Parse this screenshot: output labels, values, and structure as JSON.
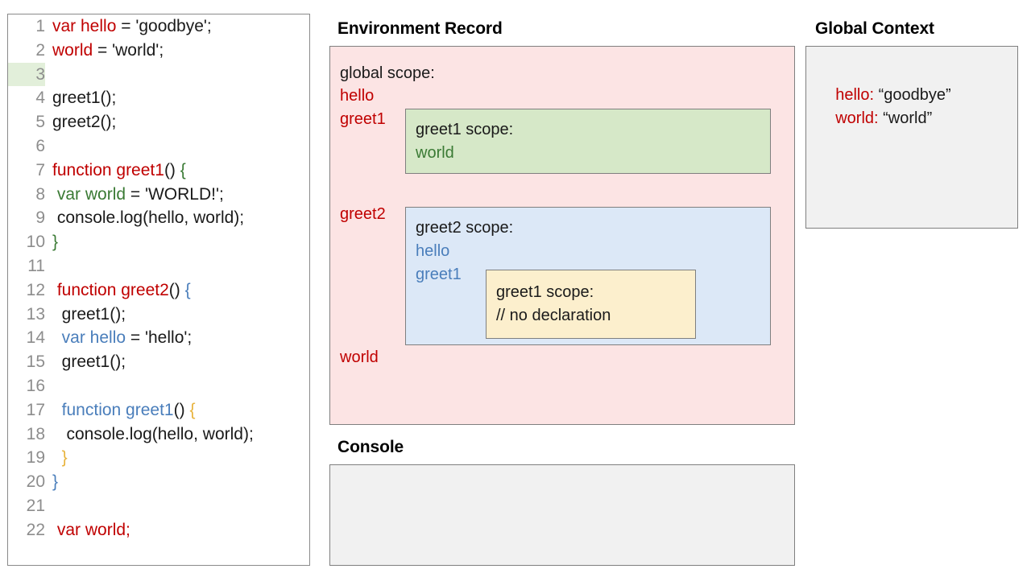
{
  "code_panel": {
    "name": "javascript-source",
    "lines": [
      {
        "n": "1",
        "tokens": [
          {
            "t": "var hello",
            "c": "red"
          },
          {
            "t": " = 'goodbye';",
            "c": "black"
          }
        ]
      },
      {
        "n": "2",
        "tokens": [
          {
            "t": "world",
            "c": "red"
          },
          {
            "t": " = 'world';",
            "c": "black"
          }
        ]
      },
      {
        "n": "3",
        "highlight": true,
        "tokens": []
      },
      {
        "n": "4",
        "tokens": [
          {
            "t": "greet1();",
            "c": "black"
          }
        ]
      },
      {
        "n": "5",
        "tokens": [
          {
            "t": "greet2();",
            "c": "black"
          }
        ]
      },
      {
        "n": "6",
        "tokens": []
      },
      {
        "n": "7",
        "tokens": [
          {
            "t": "function greet1",
            "c": "red"
          },
          {
            "t": "() ",
            "c": "black"
          },
          {
            "t": "{",
            "c": "green"
          }
        ]
      },
      {
        "n": "8",
        "tokens": [
          {
            "t": " ",
            "c": "black"
          },
          {
            "t": "var world",
            "c": "green"
          },
          {
            "t": " = 'WORLD!';",
            "c": "black"
          }
        ]
      },
      {
        "n": "9",
        "tokens": [
          {
            "t": " console.log(hello, world);",
            "c": "black"
          }
        ]
      },
      {
        "n": "10",
        "tokens": [
          {
            "t": "}",
            "c": "green"
          }
        ]
      },
      {
        "n": "11",
        "tokens": []
      },
      {
        "n": "12",
        "tokens": [
          {
            "t": " ",
            "c": "black"
          },
          {
            "t": "function greet2",
            "c": "red"
          },
          {
            "t": "() ",
            "c": "black"
          },
          {
            "t": "{",
            "c": "blue"
          }
        ]
      },
      {
        "n": "13",
        "tokens": [
          {
            "t": "  greet1();",
            "c": "black"
          }
        ]
      },
      {
        "n": "14",
        "tokens": [
          {
            "t": "  ",
            "c": "black"
          },
          {
            "t": "var hello",
            "c": "blue"
          },
          {
            "t": " = 'hello';",
            "c": "black"
          }
        ]
      },
      {
        "n": "15",
        "tokens": [
          {
            "t": "  greet1();",
            "c": "black"
          }
        ]
      },
      {
        "n": "16",
        "tokens": []
      },
      {
        "n": "17",
        "tokens": [
          {
            "t": "  ",
            "c": "black"
          },
          {
            "t": "function greet1",
            "c": "blue"
          },
          {
            "t": "() ",
            "c": "black"
          },
          {
            "t": "{",
            "c": "amber"
          }
        ]
      },
      {
        "n": "18",
        "tokens": [
          {
            "t": "   console.log(hello, world);",
            "c": "black"
          }
        ]
      },
      {
        "n": "19",
        "tokens": [
          {
            "t": "  ",
            "c": "black"
          },
          {
            "t": "}",
            "c": "amber"
          }
        ]
      },
      {
        "n": "20",
        "tokens": [
          {
            "t": "}",
            "c": "blue"
          }
        ]
      },
      {
        "n": "21",
        "tokens": []
      },
      {
        "n": "22",
        "tokens": [
          {
            "t": " ",
            "c": "black"
          },
          {
            "t": "var world",
            "c": "red"
          },
          {
            "t": ";",
            "c": "red"
          }
        ]
      }
    ]
  },
  "environment_record": {
    "title": "Environment Record",
    "global_scope": {
      "heading": "global scope:",
      "bindings": [
        "hello",
        "greet1",
        "greet2",
        "world"
      ]
    },
    "greet1_scope": {
      "heading": "greet1 scope:",
      "bindings": [
        "world"
      ]
    },
    "greet2_scope": {
      "heading": "greet2 scope:",
      "bindings": [
        "hello",
        "greet1"
      ]
    },
    "greet1_nested_scope": {
      "heading": "greet1 scope:",
      "note": "// no declaration"
    }
  },
  "console": {
    "title": "Console",
    "output": ""
  },
  "global_context": {
    "title": "Global Context",
    "entries": [
      {
        "key": "hello:",
        "value": " “goodbye”"
      },
      {
        "key": "world:",
        "value": " “world”"
      }
    ]
  },
  "colors": {
    "red": "#c00000",
    "green": "#3a7a34",
    "blue": "#4a7ebb",
    "amber": "#e8b33c",
    "black": "#1a1a1a",
    "gutter": "#8d8d8d",
    "line_highlight": "#e2efda",
    "env_box_bg": "#fce4e4",
    "greet1_box_bg": "#d6e8c8",
    "greet2_box_bg": "#dce8f7",
    "nested_box_bg": "#fcefcd",
    "panel_bg": "#f1f1f1",
    "border": "#7f7f7f"
  }
}
